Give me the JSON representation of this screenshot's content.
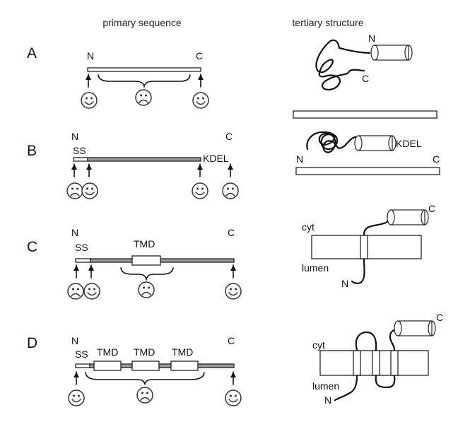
{
  "headers": {
    "primary": "primary sequence",
    "tertiary": "tertiary structure"
  },
  "panels": [
    {
      "id": "A",
      "n_label": "N",
      "c_label": "C",
      "primary_segments": [
        "full-length clear bar"
      ],
      "faces": [
        "happy",
        "sad",
        "happy"
      ]
    },
    {
      "id": "B",
      "n_label": "N",
      "c_label": "C",
      "ss_label": "SS",
      "kdel_label": "KDEL",
      "faces": [
        "sad",
        "happy",
        "happy",
        "sad"
      ],
      "tertiary": {
        "n_label": "N",
        "c_label": "C",
        "kdel_label": "KDEL"
      }
    },
    {
      "id": "C",
      "n_label": "N",
      "c_label": "C",
      "ss_label": "SS",
      "tmd_labels": [
        "TMD"
      ],
      "faces": [
        "sad",
        "happy",
        "sad",
        "happy"
      ],
      "tertiary": {
        "cyt_label": "cyt",
        "lumen_label": "lumen",
        "n_label": "N",
        "c_label": "C"
      }
    },
    {
      "id": "D",
      "n_label": "N",
      "c_label": "C",
      "ss_label": "SS",
      "tmd_labels": [
        "TMD",
        "TMD",
        "TMD"
      ],
      "faces": [
        "happy",
        "sad",
        "happy"
      ],
      "tertiary": {
        "cyt_label": "cyt",
        "lumen_label": "lumen",
        "n_label": "N",
        "c_label": "C"
      }
    }
  ],
  "tertiary_A": {
    "n_label": "N",
    "c_label": "C"
  }
}
